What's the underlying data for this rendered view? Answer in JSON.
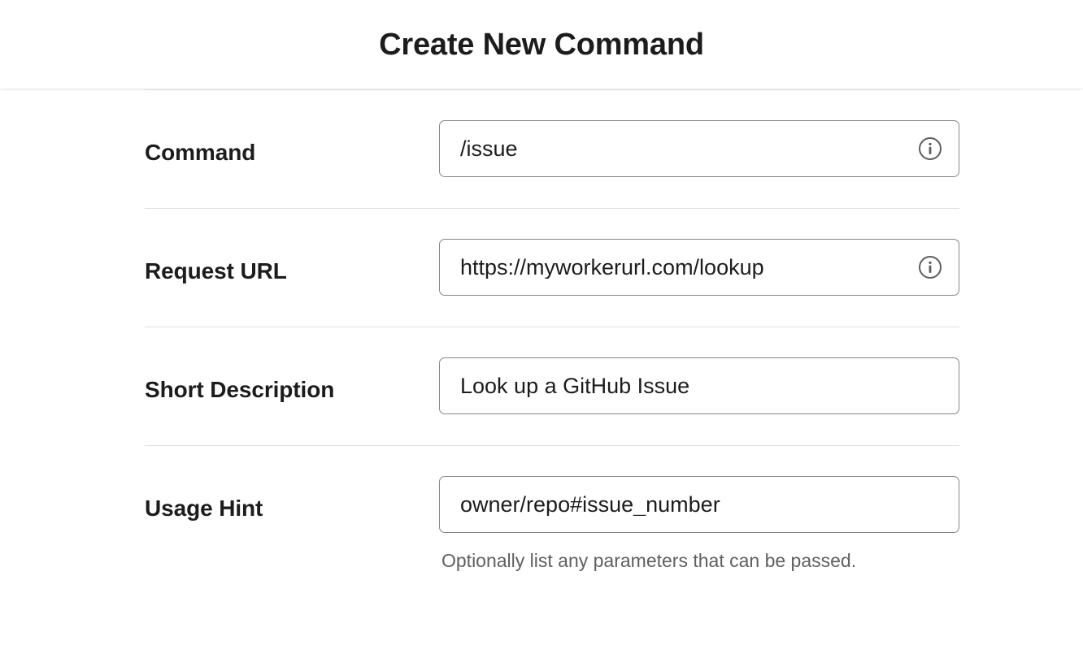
{
  "header": {
    "title": "Create New Command"
  },
  "form": {
    "rows": [
      {
        "label": "Command",
        "value": "/issue",
        "placeholder": "",
        "has_info_icon": true,
        "info_icon_name": "info-icon",
        "helper": ""
      },
      {
        "label": "Request URL",
        "value": "https://myworkerurl.com/lookup",
        "placeholder": "",
        "has_info_icon": true,
        "info_icon_name": "info-icon",
        "helper": ""
      },
      {
        "label": "Short Description",
        "value": "Look up a GitHub Issue",
        "placeholder": "",
        "has_info_icon": false,
        "info_icon_name": "",
        "helper": ""
      },
      {
        "label": "Usage Hint",
        "value": "owner/repo#issue_number",
        "placeholder": "",
        "has_info_icon": false,
        "info_icon_name": "",
        "helper": "Optionally list any parameters that can be passed."
      }
    ]
  },
  "colors": {
    "text_primary": "#1d1c1d",
    "text_muted": "#616061",
    "input_border": "#868686",
    "divider": "#e0e0e0",
    "background": "#ffffff"
  }
}
